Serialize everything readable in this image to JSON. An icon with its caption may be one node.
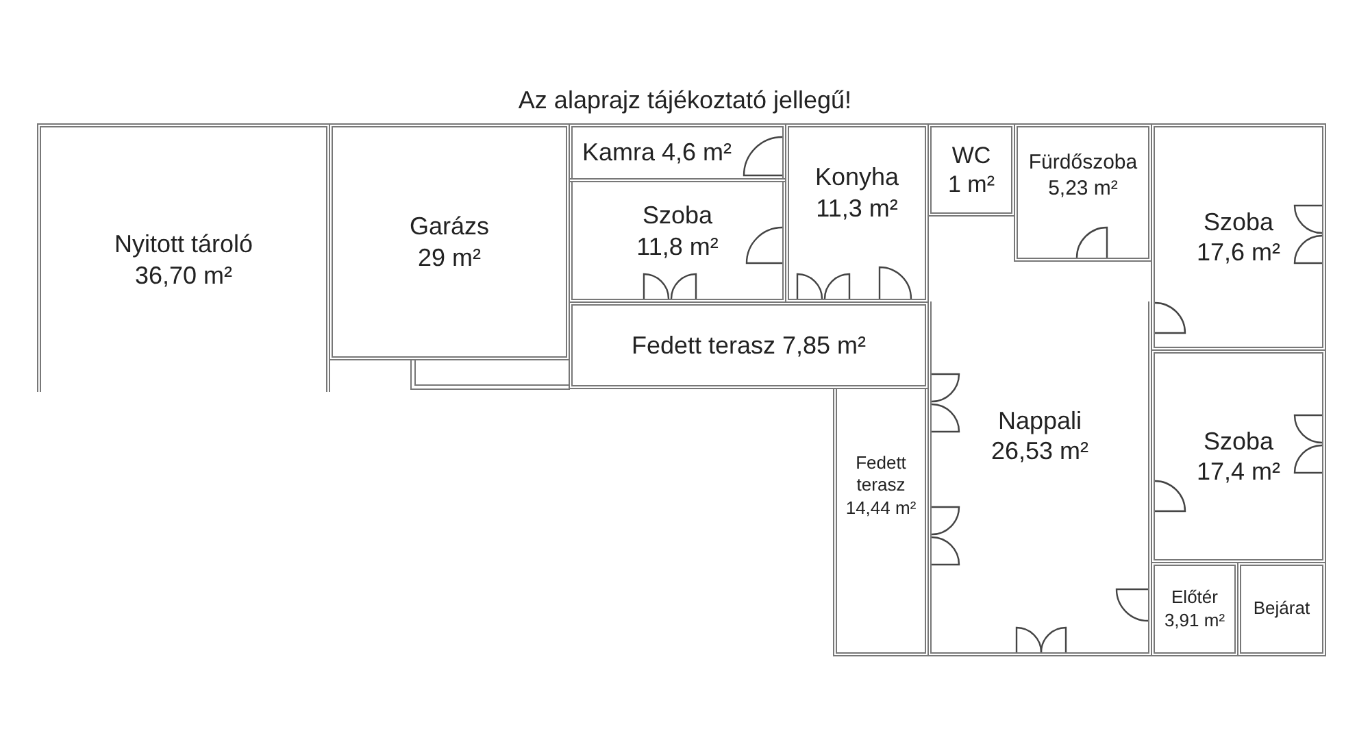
{
  "diagram": {
    "title": "Az alaprajz tájékoztató jellegű!",
    "nodes": [
      {
        "text": [
          "Nyitott tároló",
          "36,70 m²"
        ]
      },
      {
        "text": [
          "Garázs",
          "29 m²"
        ]
      },
      {
        "text": [
          "Kamra 4,6 m²"
        ]
      },
      {
        "text": [
          "Szoba",
          "11,8 m²"
        ]
      },
      {
        "text": [
          "Konyha",
          "11,3 m²"
        ]
      },
      {
        "text": [
          "WC",
          "1 m²"
        ]
      },
      {
        "text": [
          "Fürdőszoba",
          "5,23 m²"
        ]
      },
      {
        "text": [
          "Szoba",
          "17,6 m²"
        ]
      },
      {
        "text": [
          "Fedett terasz 7,85 m²"
        ]
      },
      {
        "text": [
          "Fedett terasz",
          "14,44 m²"
        ]
      },
      {
        "text": [
          "Nappali",
          "26,53 m²"
        ]
      },
      {
        "text": [
          "Szoba",
          "17,4 m²"
        ]
      },
      {
        "text": [
          "Előtér",
          "3,91 m²"
        ]
      },
      {
        "text": [
          "Bejárat"
        ]
      }
    ]
  }
}
